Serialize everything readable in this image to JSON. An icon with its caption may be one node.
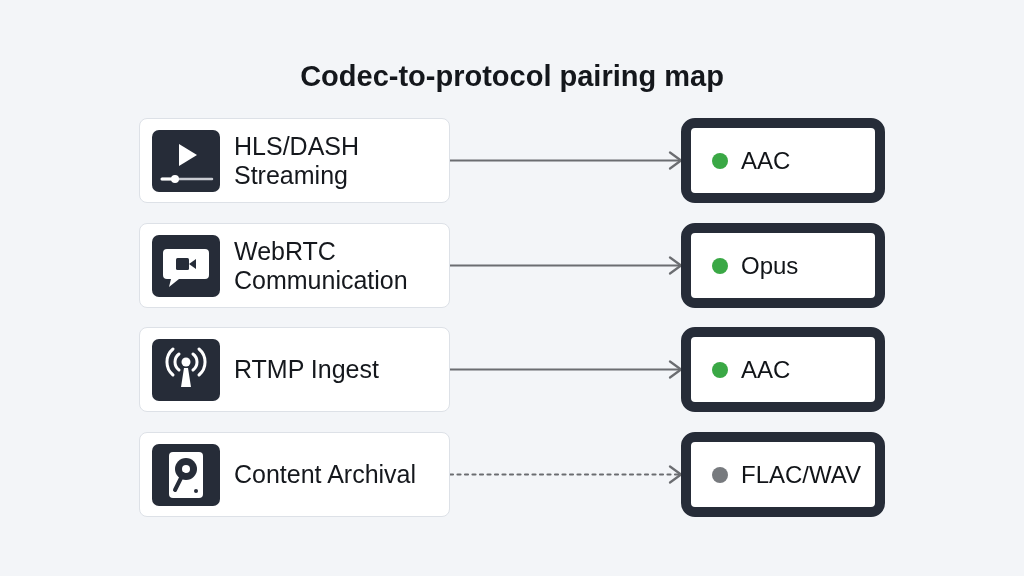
{
  "diagram": {
    "title": "Codec-to-protocol pairing map",
    "nodes": [
      {
        "text": [
          "HLS/DASH Streaming"
        ]
      },
      {
        "text": [
          "AAC"
        ]
      },
      {
        "text": [
          "WebRTC Communication"
        ]
      },
      {
        "text": [
          "Opus"
        ]
      },
      {
        "text": [
          "RTMP Ingest"
        ]
      },
      {
        "text": [
          "AAC"
        ]
      },
      {
        "text": [
          "Content Archival"
        ]
      },
      {
        "text": [
          "FLAC/WAV"
        ]
      }
    ],
    "edges": [
      {
        "from": 0,
        "to": 1,
        "arrow": "to"
      },
      {
        "from": 2,
        "to": 3,
        "arrow": "to"
      },
      {
        "from": 4,
        "to": 5,
        "arrow": "to"
      },
      {
        "from": 6,
        "to": 7,
        "arrow": "to",
        "style": "dashed"
      }
    ]
  }
}
